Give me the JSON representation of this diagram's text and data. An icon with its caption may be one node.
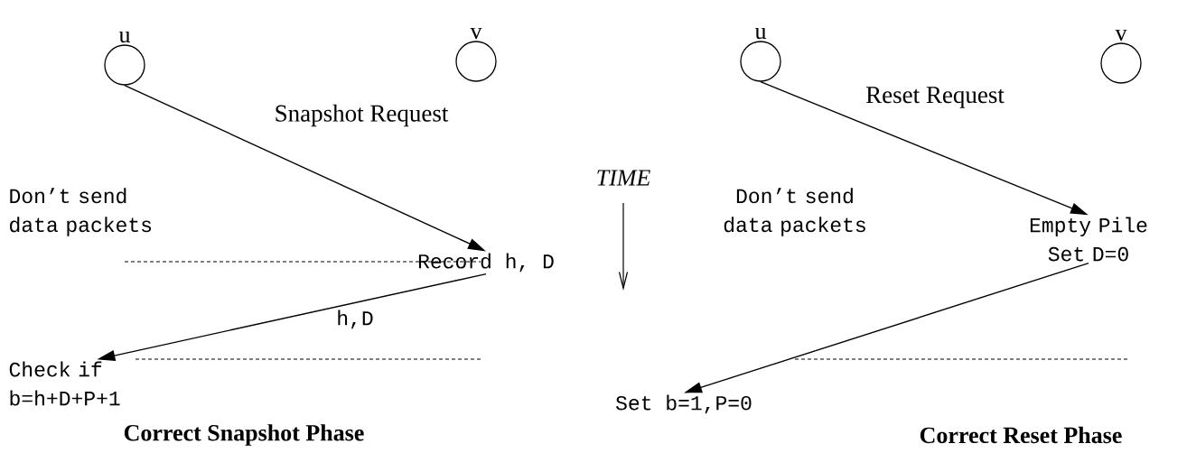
{
  "diagram": {
    "nodes": [
      {
        "text": [
          "u"
        ]
      },
      {
        "text": [
          "v"
        ]
      },
      {
        "text": [
          "u"
        ]
      },
      {
        "text": [
          "v"
        ]
      },
      {
        "text": [
          "Record h, D"
        ]
      },
      {
        "text": [
          "Check if b=h+D+P+1"
        ]
      },
      {
        "text": [
          "Empty Pile Set D=0"
        ]
      },
      {
        "text": [
          "Set b=1,P=0"
        ]
      }
    ],
    "edges": [
      {
        "from": 0,
        "to": 4,
        "arrow": "to",
        "label": "Snapshot Request"
      },
      {
        "from": 4,
        "to": 5,
        "arrow": "to",
        "label": "h,D"
      },
      {
        "from": 2,
        "to": 6,
        "arrow": "to",
        "label": "Reset Request"
      },
      {
        "from": 6,
        "to": 7,
        "arrow": "to"
      }
    ],
    "labels": [
      "Don’t send data packets",
      "TIME",
      "Don’t send data packets",
      "Correct Snapshot Phase",
      "Correct Reset Phase"
    ]
  }
}
